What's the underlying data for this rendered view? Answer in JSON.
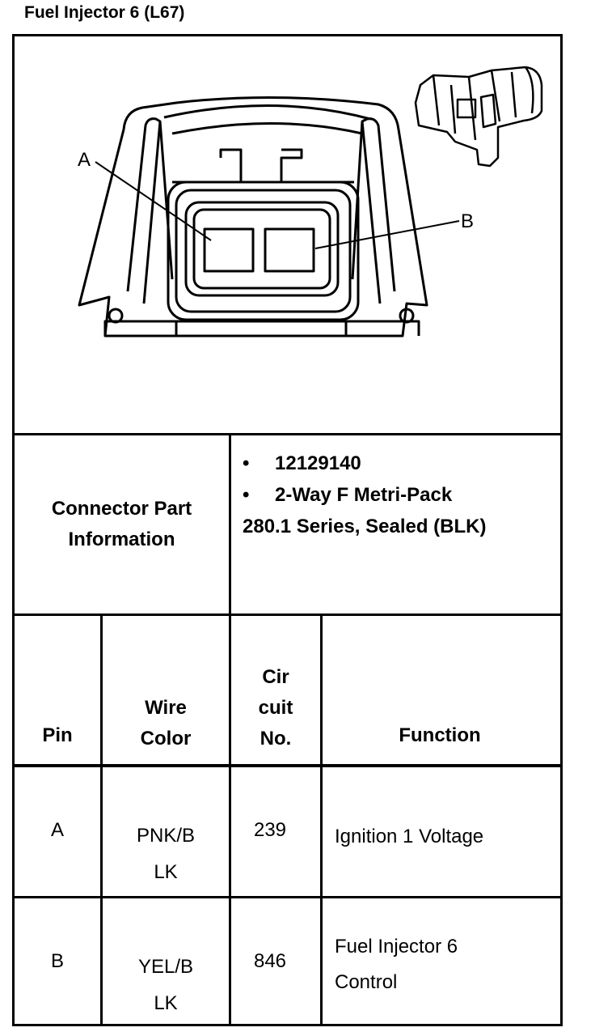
{
  "title": "Fuel Injector 6 (L67)",
  "diagram": {
    "pin_labels": [
      "A",
      "B"
    ]
  },
  "connector_info": {
    "label_line1": "Connector Part",
    "label_line2": "Information",
    "bullets": [
      "12129140",
      "2-Way F Metri-Pack"
    ],
    "continuation": "280.1 Series, Sealed (BLK)",
    "bullet_symbol": "•"
  },
  "table": {
    "headers": {
      "pin": "Pin",
      "wire_line1": "Wire",
      "wire_line2": "Color",
      "cir_line1": "Cir",
      "cir_line2": "cuit",
      "cir_line3": "No.",
      "function": "Function"
    },
    "rows": [
      {
        "pin": "A",
        "wire_line1": "PNK/B",
        "wire_line2": "LK",
        "circuit": "239",
        "function_line1": "Ignition 1 Voltage",
        "function_line2": ""
      },
      {
        "pin": "B",
        "wire_line1": "YEL/B",
        "wire_line2": "LK",
        "circuit": "846",
        "function_line1": "Fuel Injector 6",
        "function_line2": "Control"
      }
    ]
  }
}
